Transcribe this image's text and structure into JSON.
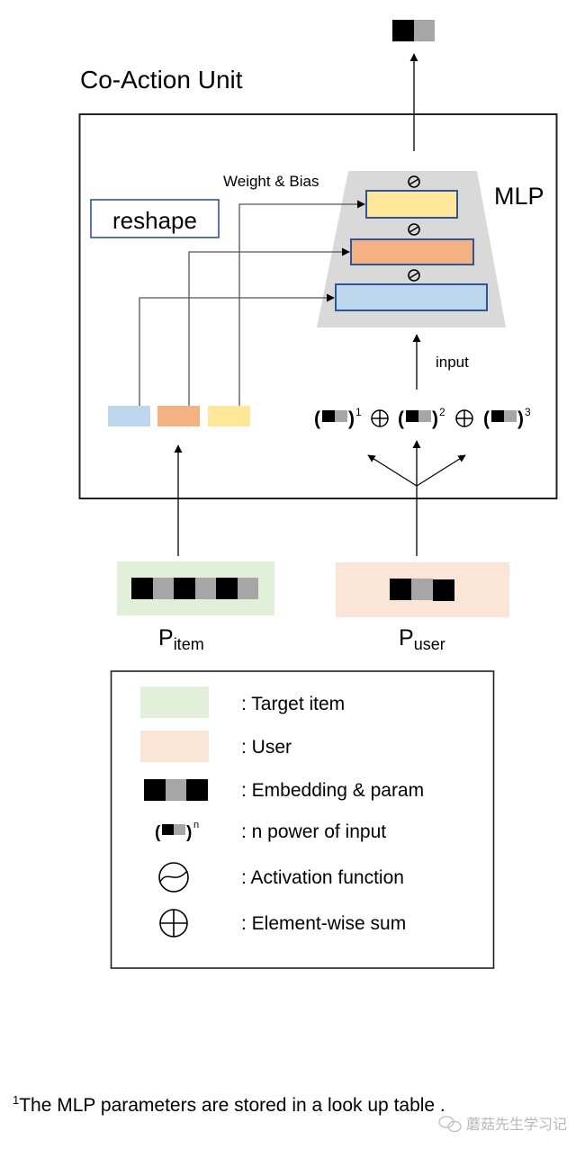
{
  "title": "Co-Action Unit",
  "mlp": {
    "label": "MLP",
    "weight_bias_label": "Weight & Bias",
    "input_label": "input",
    "layers": [
      {
        "name": "top-layer",
        "color": "#FFE699"
      },
      {
        "name": "middle-layer",
        "color": "#F4B183"
      },
      {
        "name": "bottom-layer",
        "color": "#BDD7EE"
      }
    ],
    "layer_border_color": "#2F5597",
    "background_color": "#D9D9D9"
  },
  "reshape": {
    "label": "reshape",
    "border_color": "#2F5597"
  },
  "param_slices": [
    {
      "name": "blue-slice",
      "color": "#BDD7EE"
    },
    {
      "name": "orange-slice",
      "color": "#F4B183"
    },
    {
      "name": "yellow-slice",
      "color": "#FFE699"
    }
  ],
  "power_terms": {
    "open": "(",
    "close": ")",
    "exponents": [
      "1",
      "2",
      "3"
    ],
    "operator": "⊕"
  },
  "p_item": {
    "label": "P",
    "subscript": "item",
    "color": "#E2F0D9"
  },
  "p_user": {
    "label": "P",
    "subscript": "user",
    "color": "#FBE5D6"
  },
  "embedding_colors": {
    "dark": "#000000",
    "light": "#A6A6A6"
  },
  "legend": {
    "items": [
      {
        "icon": "target-item-swatch",
        "label": ": Target item"
      },
      {
        "icon": "user-swatch",
        "label": ": User"
      },
      {
        "icon": "embedding-param-icon",
        "label": ": Embedding & param"
      },
      {
        "icon": "power-icon",
        "label": ": n power of input",
        "symbol_exp": "n"
      },
      {
        "icon": "activation-icon",
        "label": ": Activation function"
      },
      {
        "icon": "element-wise-sum-icon",
        "label": ": Element-wise sum"
      }
    ]
  },
  "footnote": {
    "marker": "1",
    "text": "The MLP parameters are stored in a look up table ."
  },
  "watermark": {
    "text": "蘑菇先生学习记"
  }
}
